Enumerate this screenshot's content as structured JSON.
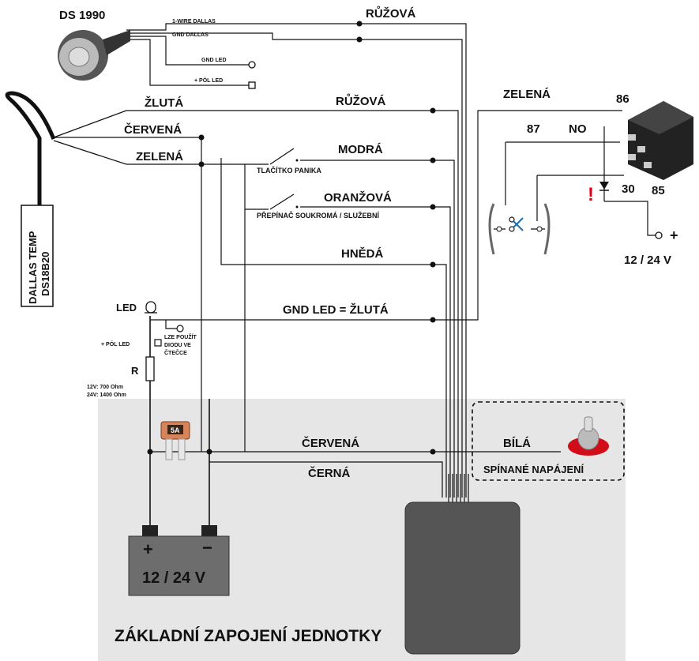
{
  "title": "ZÁKLADNÍ ZAPOJENÍ JEDNOTKY",
  "reader": {
    "name": "DS 1990",
    "wire1": "1-WIRE DALLAS",
    "wire2": "GND DALLAS",
    "gnd_led": "GND LED",
    "plus_led": "+ PÓL LED"
  },
  "sensor": {
    "line1": "DALLAS TEMP",
    "line2": "DS18B20"
  },
  "wires": {
    "ruzova_top": "RŮŽOVÁ",
    "zluta": "ŽLUTÁ",
    "ruzova": "RŮŽOVÁ",
    "cervena": "ČERVENÁ",
    "zelena": "ZELENÁ",
    "modra": "MODRÁ",
    "oranzova": "ORANŽOVÁ",
    "hneda": "HNĚDÁ",
    "gnd_led": "GND LED = ŽLUTÁ",
    "cervena_power": "ČERVENÁ",
    "cerna": "ČERNÁ",
    "bila": "BÍLÁ",
    "zelena_relay": "ZELENÁ"
  },
  "switches": {
    "panic": "TLAČÍTKO PANIKA",
    "private": "PŘEPÍNAČ SOUKROMÁ / SLUŽEBNÍ"
  },
  "led": {
    "label": "LED",
    "plus": "+ PÓL LED",
    "note1": "LZE POUŽÍT",
    "note2": "DIODU VE",
    "note3": "ČTEČCE"
  },
  "resistor": {
    "label": "R",
    "v12": "12V: 700 Ohm",
    "v24": "24V: 1400 Ohm"
  },
  "fuse": {
    "label": "5A"
  },
  "battery": {
    "plus": "+",
    "minus": "−",
    "voltage": "12 / 24 V"
  },
  "ignition": {
    "label": "SPÍNANÉ NAPÁJENÍ"
  },
  "relay": {
    "p86": "86",
    "p87": "87",
    "no": "NO",
    "p30": "30",
    "p85": "85",
    "warn": "!",
    "plus": "+",
    "voltage": "12 / 24 V"
  },
  "colors": {
    "gray_area": "#e6e6e6",
    "unit": "#555555",
    "battery": "#6d6d6d",
    "warn": "#e0001b",
    "fuse": "#d8845a"
  }
}
